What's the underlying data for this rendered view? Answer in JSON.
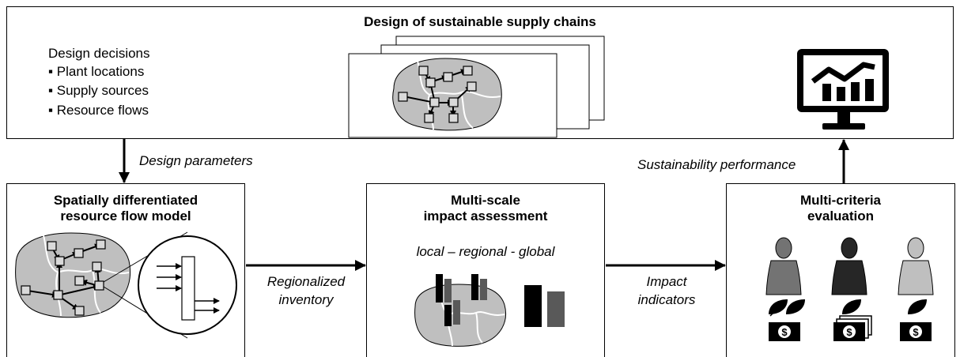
{
  "top_box": {
    "title": "Design of sustainable supply chains",
    "decisions_heading": "Design decisions",
    "decisions": [
      "Plant locations",
      "Supply sources",
      "Resource flows"
    ]
  },
  "arrows": {
    "design_parameters": "Design parameters",
    "sustainability_performance": "Sustainability performance",
    "regionalized_inventory": [
      "Regionalized",
      "inventory"
    ],
    "impact_indicators": [
      "Impact",
      "indicators"
    ]
  },
  "box1": {
    "title_lines": [
      "Spatially differentiated",
      "resource flow model"
    ]
  },
  "box2": {
    "title_lines": [
      "Multi-scale",
      "impact assessment"
    ],
    "scale_text": "local – regional - global"
  },
  "box3": {
    "title_lines": [
      "Multi-criteria",
      "evaluation"
    ],
    "money_symbol": "$"
  },
  "colors": {
    "map_fill": "#bfbfbf",
    "dark": "#000000",
    "mid_gray": "#595959",
    "person_1": "#737373",
    "person_2": "#262626",
    "person_3": "#bfbfbf"
  }
}
